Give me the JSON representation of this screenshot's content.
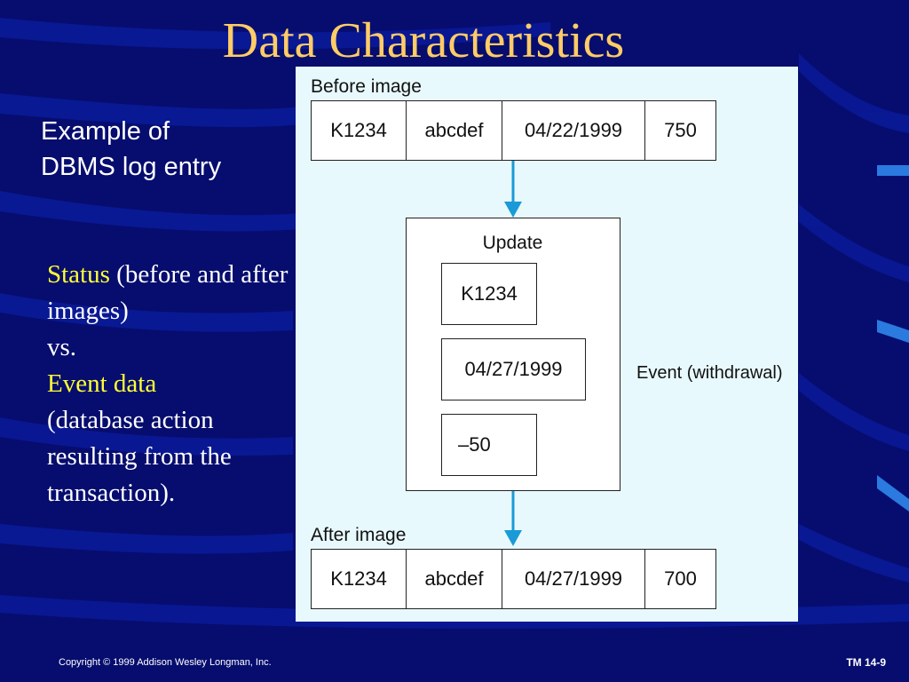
{
  "slide": {
    "title": "Data Characteristics",
    "subtitle_lines": [
      "Example of",
      "DBMS log entry"
    ],
    "body": {
      "status_term": "Status",
      "status_desc": " (before and after images)",
      "vs": "vs.",
      "event_term": "Event data",
      "event_desc": "(database action resulting from the transaction)."
    }
  },
  "diagram": {
    "before_label": "Before image",
    "before_cells": [
      "K1234",
      "abcdef",
      "04/22/1999",
      "750"
    ],
    "update_label": "Update",
    "update_cells": [
      "K1234",
      "04/27/1999",
      "–50"
    ],
    "event_label": "Event (withdrawal)",
    "after_label": "After image",
    "after_cells": [
      "K1234",
      "abcdef",
      "04/27/1999",
      "700"
    ]
  },
  "footer": {
    "copyright": "Copyright © 1999 Addison Wesley Longman, Inc.",
    "page": "TM 14-9"
  },
  "colors": {
    "background": "#060d6e",
    "title": "#ffcc66",
    "highlight": "#ffff33",
    "arrow": "#1a9ad6",
    "panel": "#e8f9fd"
  }
}
